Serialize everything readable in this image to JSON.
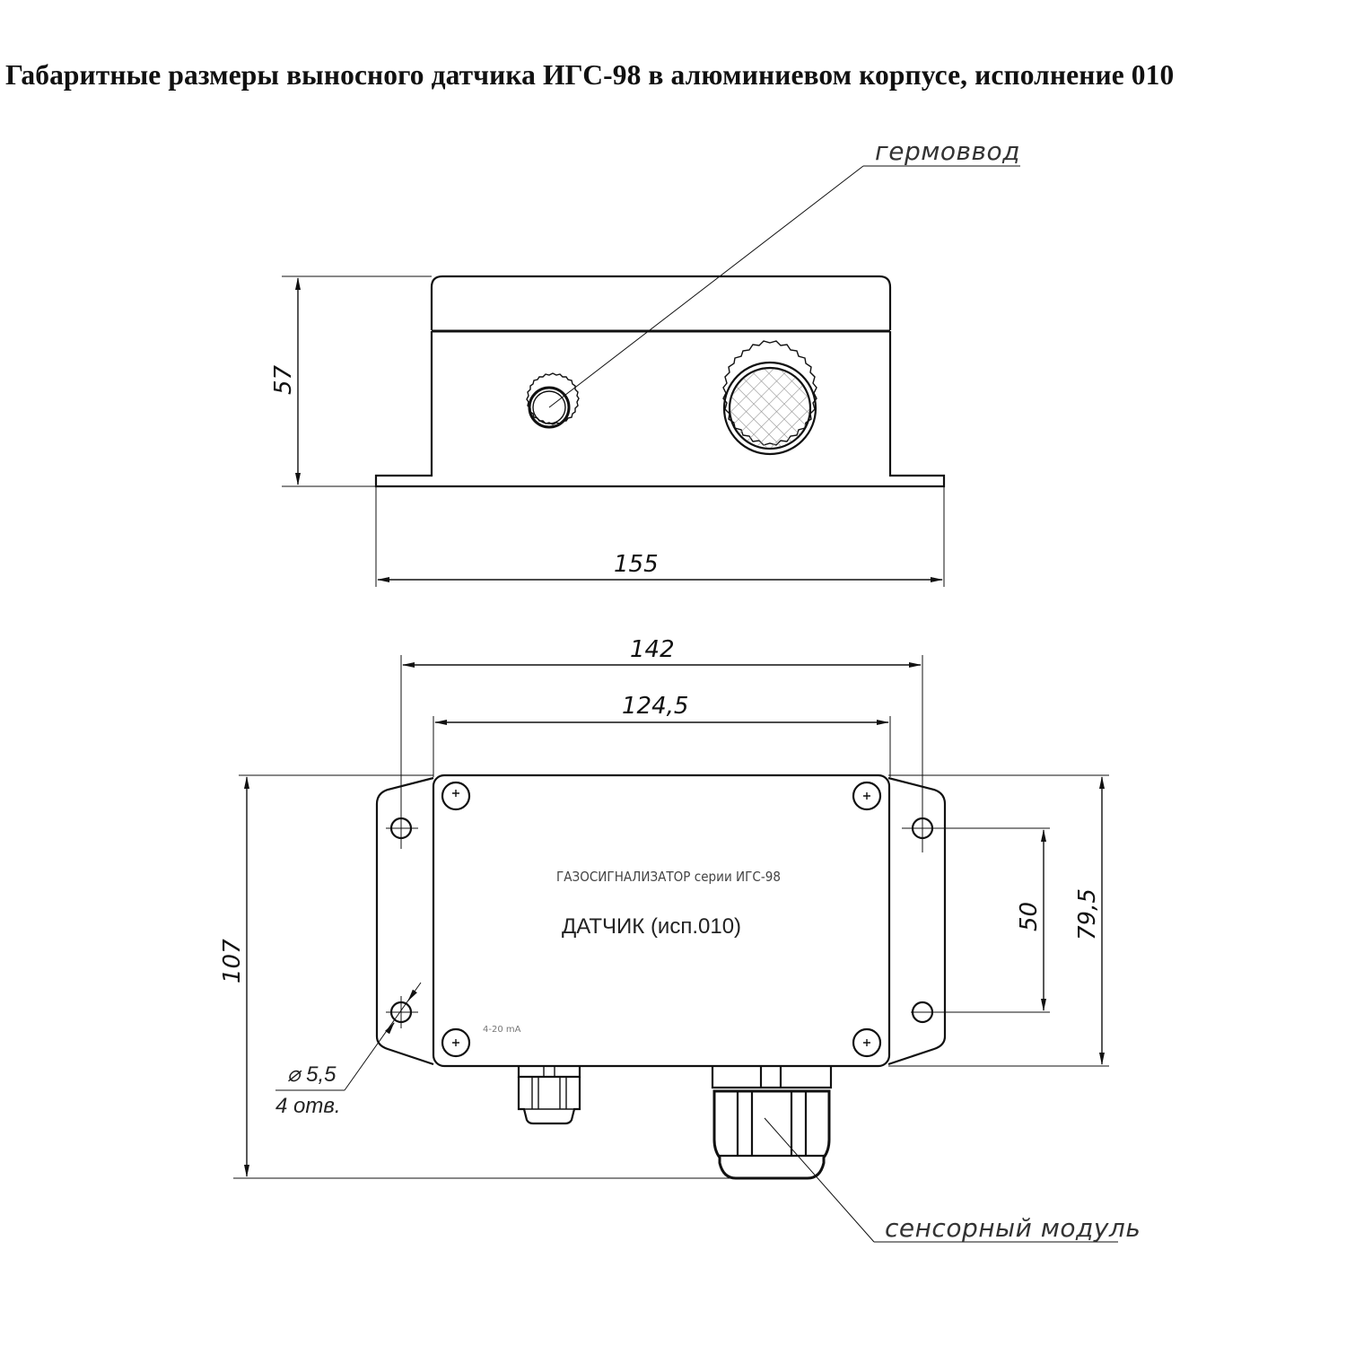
{
  "title": "Габаритные размеры выносного датчика ИГС-98 в алюминиевом корпусе, исполнение 010",
  "side_view": {
    "callout_label": "гермоввод",
    "height_dim": "57",
    "width_dim": "155"
  },
  "top_view": {
    "dim_outer_holes": "142",
    "dim_body_width": "124,5",
    "dim_total_height": "107",
    "dim_hole_spacing": "50",
    "dim_body_height": "79,5",
    "hole_note_diameter": "⌀ 5,5",
    "hole_note_count": "4 отв.",
    "plate_line1": "ГАЗОСИГНАЛИЗАТОР серии ИГС-98",
    "plate_line2": "ДАТЧИК (исп.010)",
    "plate_signal": "4-20 mA",
    "callout_label": "сенсорный модуль"
  },
  "colors": {
    "line": "#111111",
    "background": "#ffffff"
  }
}
